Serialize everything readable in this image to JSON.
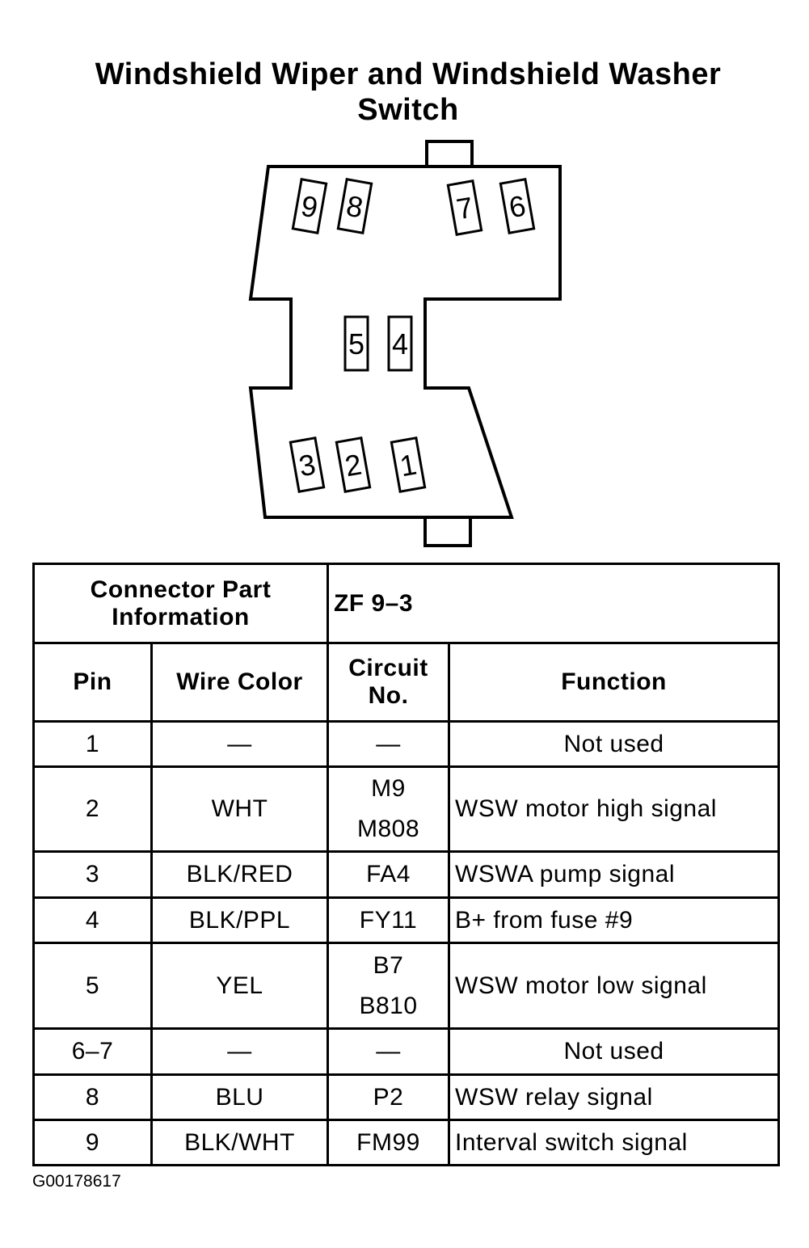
{
  "title": {
    "line1": "Windshield Wiper and Windshield Washer",
    "line2": "Switch"
  },
  "connector": {
    "pins": [
      {
        "label": "9"
      },
      {
        "label": "8"
      },
      {
        "label": "7"
      },
      {
        "label": "6"
      },
      {
        "label": "5"
      },
      {
        "label": "4"
      },
      {
        "label": "3"
      },
      {
        "label": "2"
      },
      {
        "label": "1"
      }
    ]
  },
  "part_info": {
    "label_line1": "Connector Part",
    "label_line2": "Information",
    "value": "ZF 9–3"
  },
  "table": {
    "headers": {
      "pin": "Pin",
      "wire_color": "Wire Color",
      "circuit_line1": "Circuit",
      "circuit_line2": "No.",
      "function": "Function"
    },
    "rows": [
      {
        "pin": "1",
        "wire": "—",
        "circuit1": "—",
        "circuit2": "",
        "function": "Not used"
      },
      {
        "pin": "2",
        "wire": "WHT",
        "circuit1": "M9",
        "circuit2": "M808",
        "function": "WSW motor high signal"
      },
      {
        "pin": "3",
        "wire": "BLK/RED",
        "circuit1": "FA4",
        "circuit2": "",
        "function": "WSWA pump signal"
      },
      {
        "pin": "4",
        "wire": "BLK/PPL",
        "circuit1": "FY11",
        "circuit2": "",
        "function": "B+ from fuse #9"
      },
      {
        "pin": "5",
        "wire": "YEL",
        "circuit1": "B7",
        "circuit2": "B810",
        "function": "WSW motor low signal"
      },
      {
        "pin": "6–7",
        "wire": "—",
        "circuit1": "—",
        "circuit2": "",
        "function": "Not used"
      },
      {
        "pin": "8",
        "wire": "BLU",
        "circuit1": "P2",
        "circuit2": "",
        "function": "WSW relay signal"
      },
      {
        "pin": "9",
        "wire": "BLK/WHT",
        "circuit1": "FM99",
        "circuit2": "",
        "function": "Interval switch signal"
      }
    ]
  },
  "figure_id": "G00178617"
}
